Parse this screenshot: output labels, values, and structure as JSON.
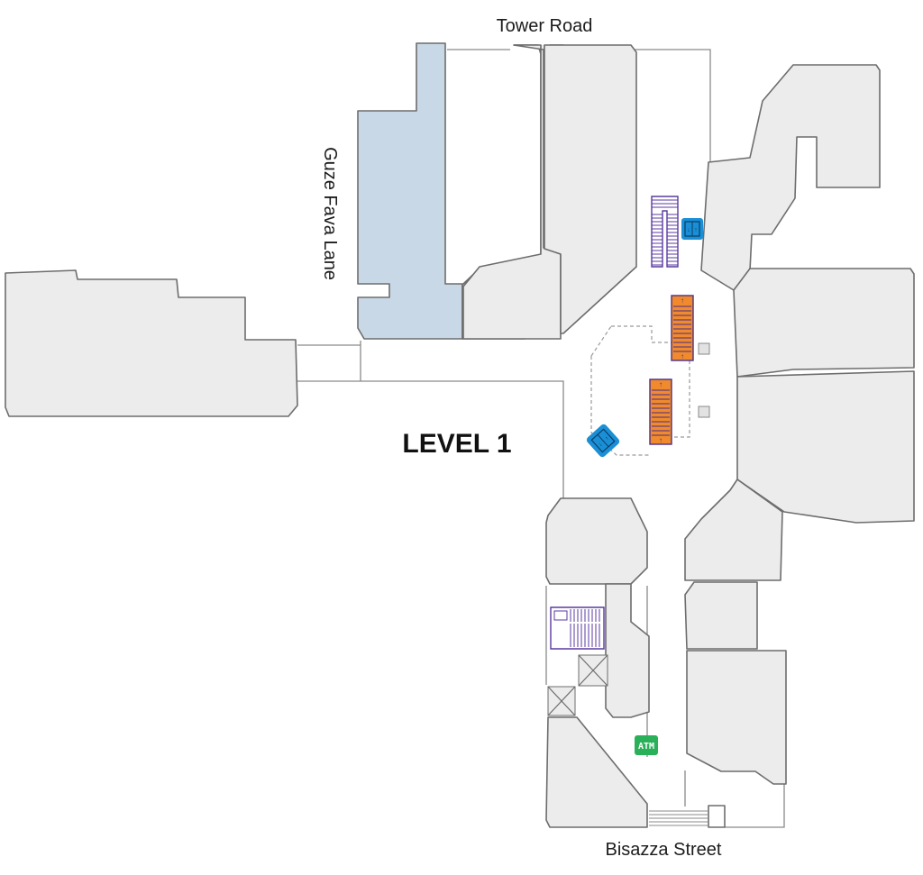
{
  "map": {
    "level_label": "LEVEL 1",
    "streets": {
      "north": "Tower Road",
      "west": "Guze Fava Lane",
      "south": "Bisazza Street"
    },
    "colors": {
      "unit_fill": "#ececec",
      "highlighted_unit_fill": "#c9d8e6",
      "escalator": "#f08a2c",
      "stairs_outline": "#5a3aa0",
      "lift": "#1b8fd6",
      "atm": "#2bb05a"
    },
    "amenities": {
      "atm_label": "ATM",
      "lift_icon": "lift-icon",
      "escalator_icon": "escalator-icon",
      "stairs_icon": "stairs-icon"
    }
  }
}
